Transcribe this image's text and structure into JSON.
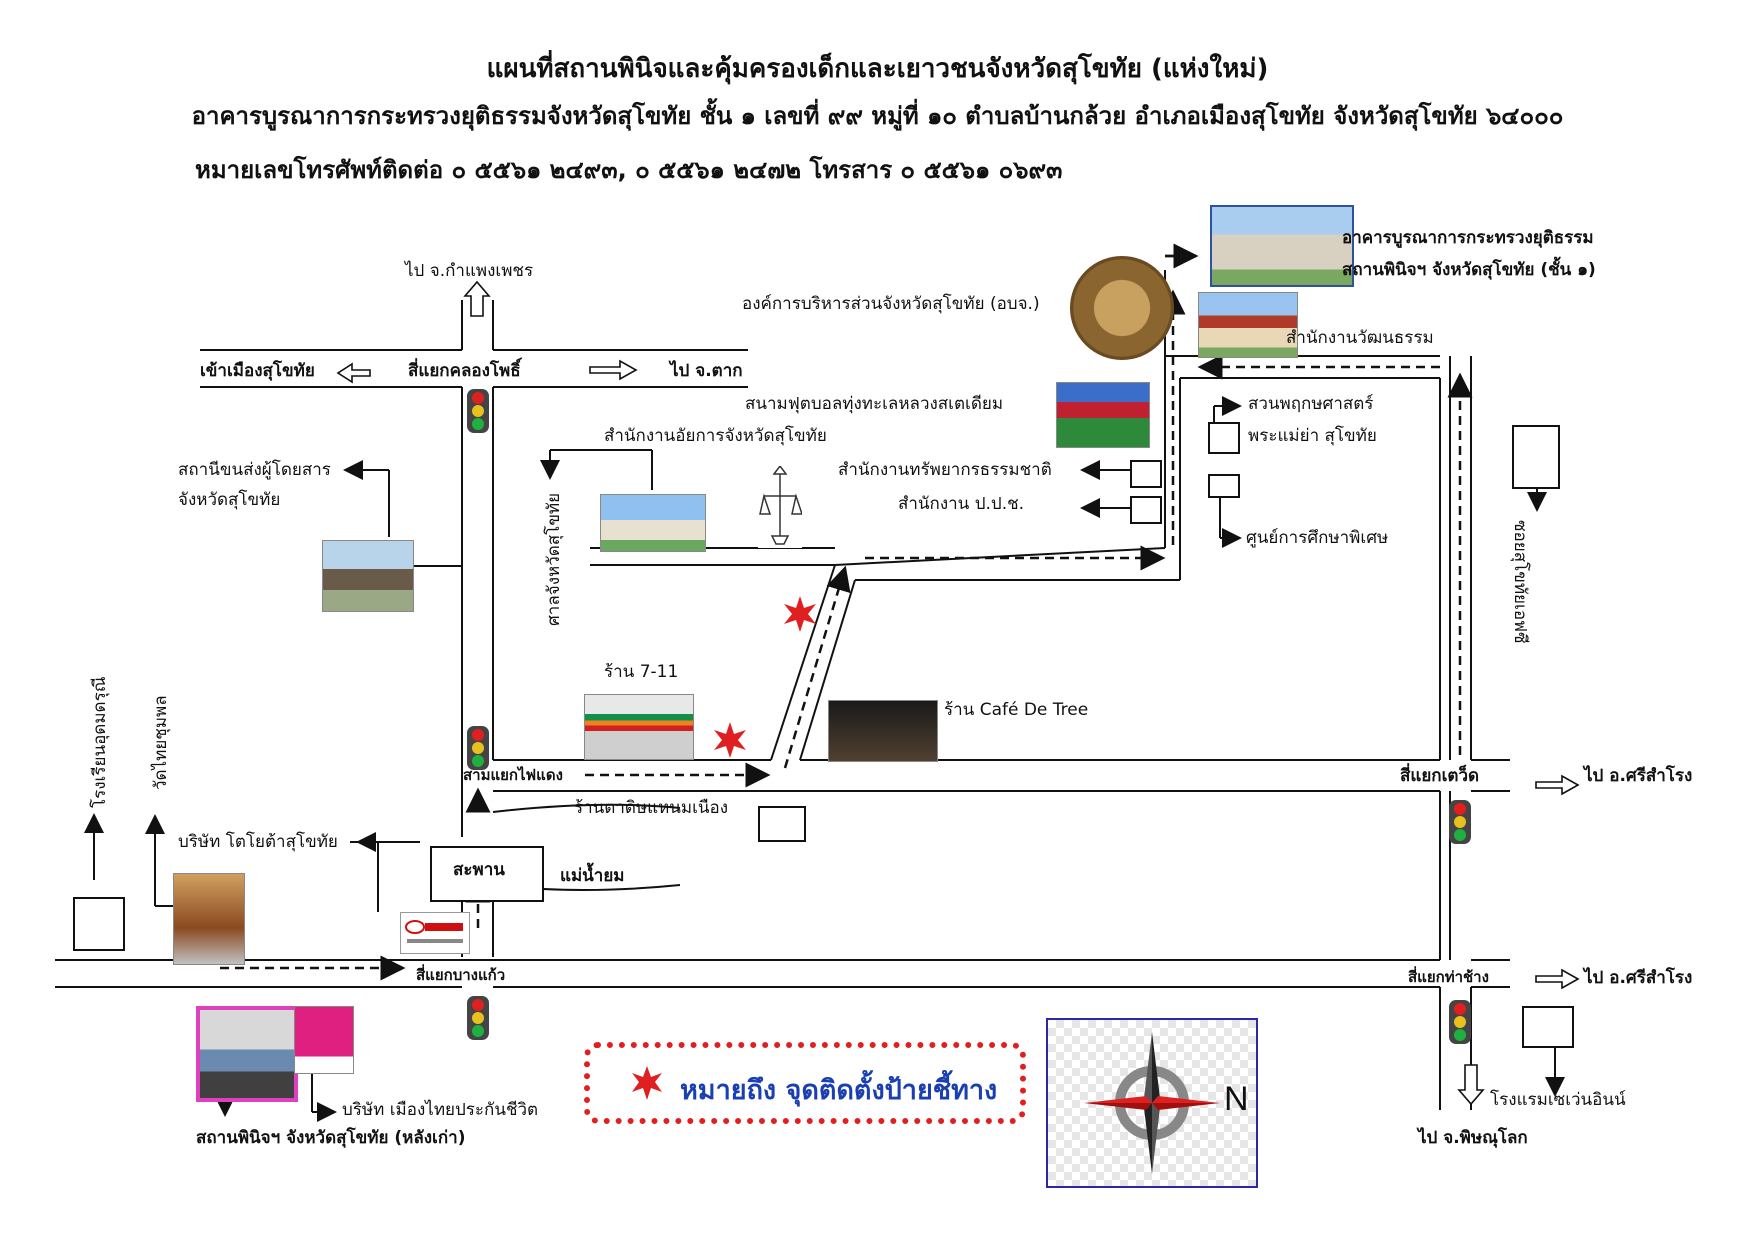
{
  "header": {
    "title": "แผนที่สถานพินิจและคุ้มครองเด็กและเยาวชนจังหวัดสุโขทัย (แห่งใหม่)",
    "address": "อาคารบูรณาการกระทรวงยุติธรรมจังหวัดสุโขทัย ชั้น ๑ เลขที่ ๙๙ หมู่ที่ ๑๐ ตำบลบ้านกล้วย อำเภอเมืองสุโขทัย จังหวัดสุโขทัย ๖๔๐๐๐",
    "phone": "หมายเลขโทรศัพท์ติดต่อ ๐ ๕๕๖๑ ๒๔๙๓, ๐ ๕๕๖๑ ๒๔๗๒ โทรสาร ๐ ๕๕๖๑ ๐๖๙๓"
  },
  "map": {
    "to_kamphaeng_phet": "ไป จ.กำแพงเพชร",
    "into_sukhothai": "เข้าเมืองสุโขทัย",
    "khlong_pho_junction": "สี่แยกคลองโพธิ์",
    "to_tak": "ไป จ.ตาก",
    "bus_terminal_line1": "สถานีขนส่งผู้โดยสาร",
    "bus_terminal_line2": "จังหวัดสุโขทัย",
    "court": "ศาลจังหวัดสุโขทัย",
    "prosecutor_office": "สำนักงานอัยการจังหวัดสุโขทัย",
    "stadium": "สนามฟุตบอลทุ่งทะเลหลวงสเตเดียม",
    "pao": "องค์การบริหารส่วนจังหวัดสุโขทัย (อบจ.)",
    "justice_building_line1": "อาคารบูรณาการกระทรวงยุติธรรม",
    "justice_building_line2": "สถานพินิจฯ จังหวัดสุโขทัย (ชั้น ๑)",
    "culture_office": "สำนักงานวัฒนธรรม",
    "botanical_line1": "สวนพฤกษศาสตร์",
    "botanical_line2": "พระแม่ย่า สุโขทัย",
    "natural_resources": "สำนักงานทรัพยากรธรรมชาติ",
    "pps_office": "สำนักงาน ป.ป.ช.",
    "special_education": "ศูนย์การศึกษาพิเศษ",
    "soi": "ซอยสุโขทัยเอฟซี",
    "seven_eleven": "ร้าน 7-11",
    "cafe": "ร้าน Café De Tree",
    "sam_yaek_fai_daeng": "สามแยกไฟแดง",
    "ta_dit_shop": "ร้านตาดิษแหนมเนือง",
    "bridge": "สะพาน",
    "yom_river": "แม่น้ำยม",
    "toyota": "บริษัท โตโยต้าสุโขทัย",
    "udom_school": "โรงเรียนอุดมดรุณี",
    "wat_thai": "วัดไทยชุมพล",
    "bang_kaeo_junction": "สี่แยกบางแก้ว",
    "old_office": "สถานพินิจฯ จังหวัดสุโขทัย (หลังเก่า)",
    "muang_thai": "บริษัท เมืองไทยประกันชีวิต",
    "tewit_junction": "สี่แยกเตว็ด",
    "to_si_samrong_1": "ไป อ.ศรีสำโรง",
    "tha_chang_junction": "สี่แยกท่าช้าง",
    "to_si_samrong_2": "ไป อ.ศรีสำโรง",
    "to_phitsanulok": "ไป จ.พิษณุโลก",
    "seven_inn": "โรงแรมเซเว่นอินน์"
  },
  "legend": {
    "text": "หมายถึง จุดติดตั้งป้ายชี้ทาง",
    "marker_color": "#e02020"
  },
  "compass": {
    "north_label": "N"
  },
  "colors": {
    "road": "#111111",
    "route": "#111111",
    "marker": "#e02020",
    "legend_text": "#1a3fb0"
  }
}
